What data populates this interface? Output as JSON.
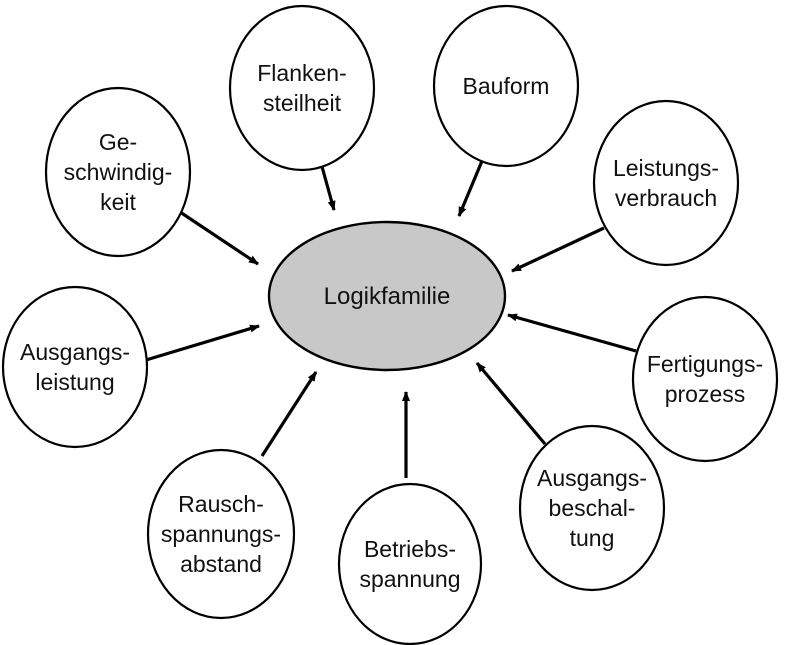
{
  "diagram": {
    "center": {
      "label": "Logikfamilie",
      "fill": "#c8c8c8"
    },
    "nodes": [
      {
        "id": "geschwindigkeit",
        "lines": [
          "Ge-",
          "schwindig-",
          "keit"
        ]
      },
      {
        "id": "flankensteilheit",
        "lines": [
          "Flanken-",
          "steilheit"
        ]
      },
      {
        "id": "bauform",
        "lines": [
          "Bauform"
        ]
      },
      {
        "id": "leistungsverbrauch",
        "lines": [
          "Leistungs-",
          "verbrauch"
        ]
      },
      {
        "id": "ausgangsleistung",
        "lines": [
          "Ausgangs-",
          "leistung"
        ]
      },
      {
        "id": "fertigungsprozess",
        "lines": [
          "Fertigungs-",
          "prozess"
        ]
      },
      {
        "id": "rauschspannungsabstand",
        "lines": [
          "Rausch-",
          "spannungs-",
          "abstand"
        ]
      },
      {
        "id": "betriebsspannung",
        "lines": [
          "Betriebs-",
          "spannung"
        ]
      },
      {
        "id": "ausgangsbeschaltung",
        "lines": [
          "Ausgangs-",
          "beschal-",
          "tung"
        ]
      }
    ]
  }
}
